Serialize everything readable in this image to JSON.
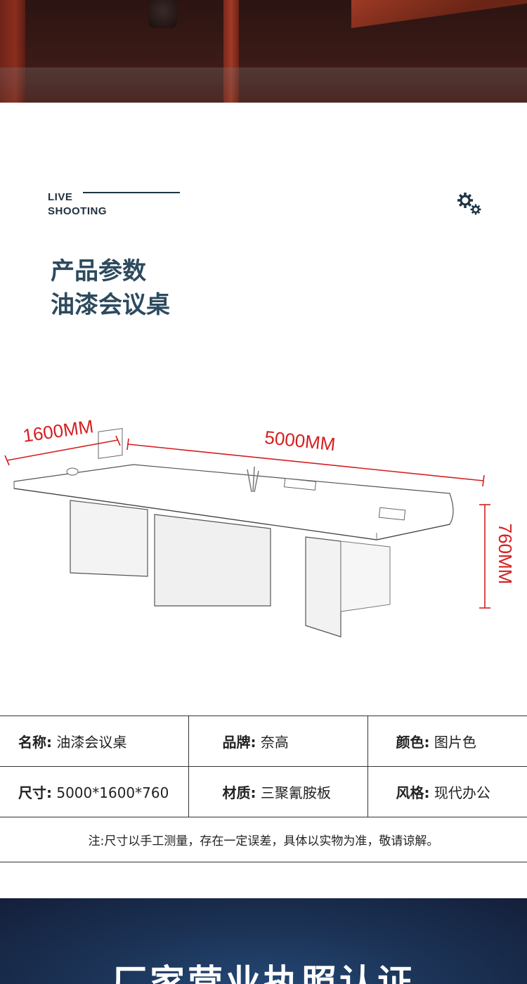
{
  "header": {
    "tag_line1": "LIVE",
    "tag_line2": "SHOOTING"
  },
  "heading": {
    "line1": "产品参数",
    "line2": "油漆会议桌"
  },
  "dimensions": {
    "depth": "1600MM",
    "length": "5000MM",
    "height": "760MM",
    "accent_color": "#d42020"
  },
  "specs": {
    "rows": [
      [
        {
          "label": "名称:",
          "value": "油漆会议桌"
        },
        {
          "label": "品牌:",
          "value": "奈高"
        },
        {
          "label": "颜色:",
          "value": "图片色"
        }
      ],
      [
        {
          "label": "尺寸:",
          "value": "5000*1600*760"
        },
        {
          "label": "材质:",
          "value": "三聚氰胺板"
        },
        {
          "label": "风格:",
          "value": "现代办公"
        }
      ]
    ],
    "note": "注:尺寸以手工测量，存在一定误差，具体以实物为准，敬请谅解。"
  },
  "banner": {
    "title": "厂家营业执照认证"
  }
}
